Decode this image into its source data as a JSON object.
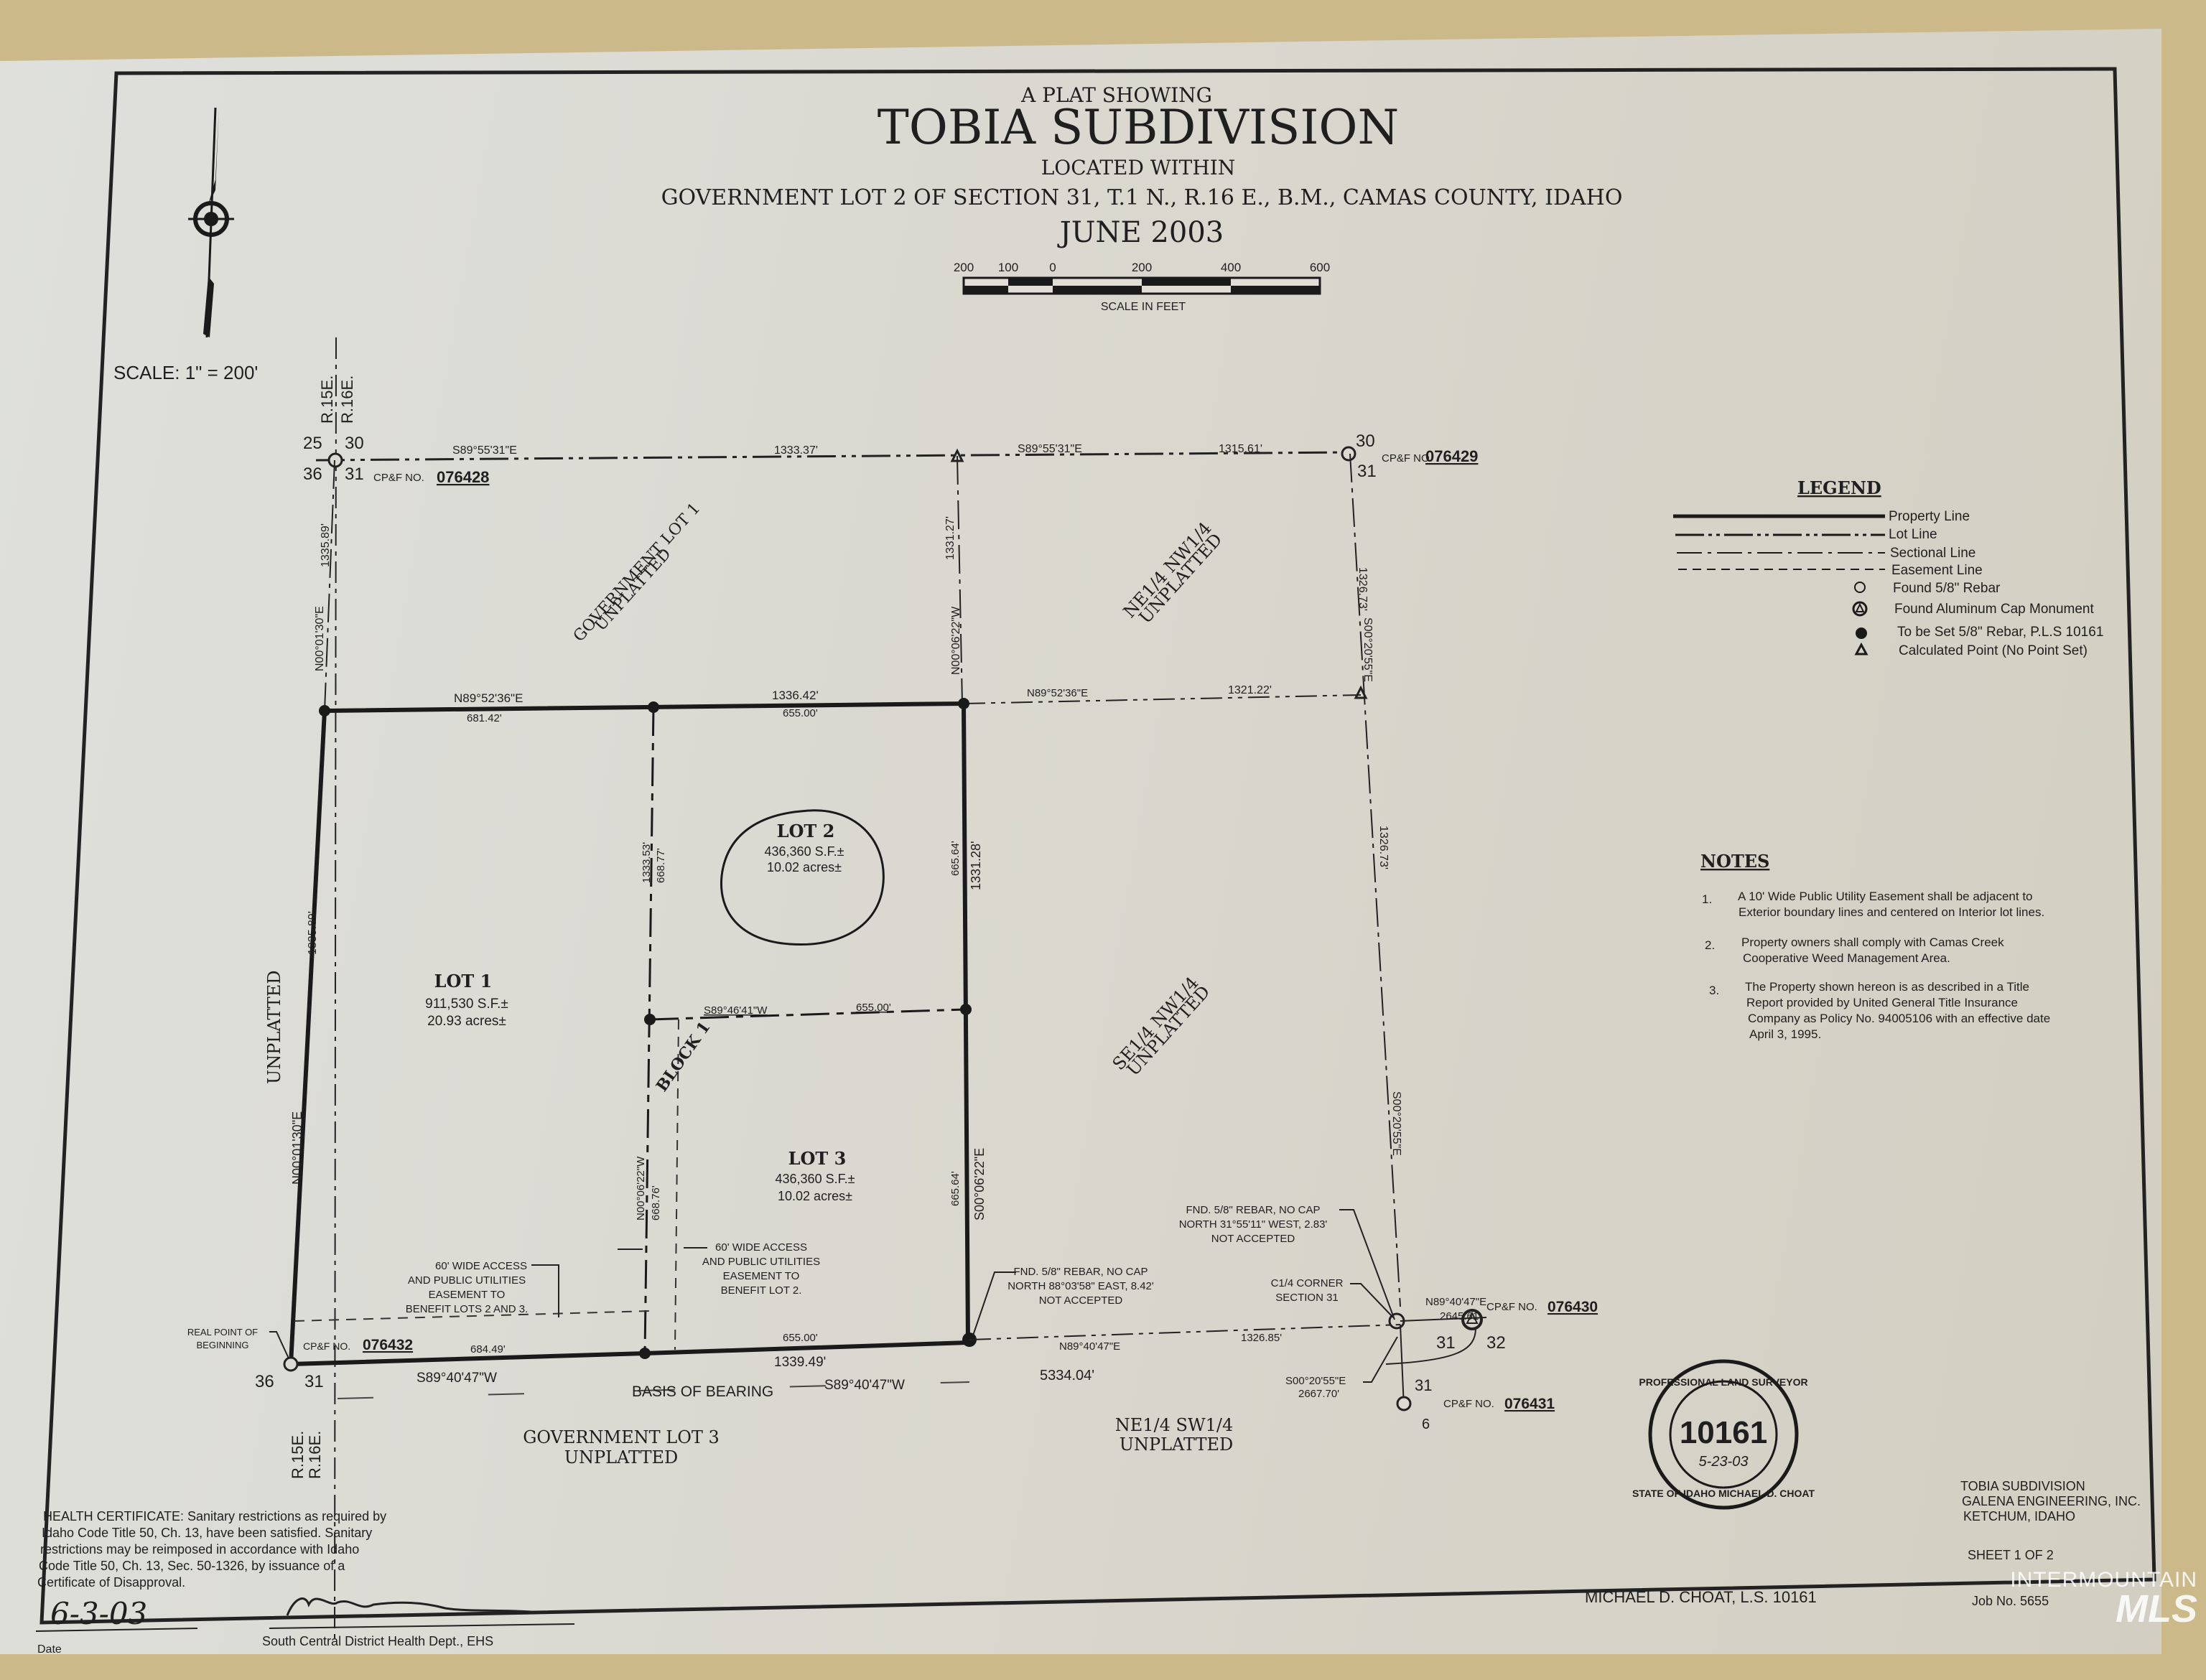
{
  "header": {
    "line1": "A PLAT SHOWING",
    "title": "TOBIA SUBDIVISION",
    "line3": "LOCATED WITHIN",
    "location": "GOVERNMENT LOT 2 OF SECTION 31, T.1 N., R.16 E., B.M., CAMAS COUNTY, IDAHO",
    "date": "JUNE 2003"
  },
  "scale_bar": {
    "ticks": [
      "200",
      "100",
      "0",
      "200",
      "400",
      "600"
    ],
    "caption": "SCALE IN FEET"
  },
  "scale_text": "SCALE: 1\" = 200'",
  "legend": {
    "title": "LEGEND",
    "items": [
      {
        "symbol": "solid-heavy-line",
        "label": "Property Line"
      },
      {
        "symbol": "dash-dot-dot-line",
        "label": "Lot Line"
      },
      {
        "symbol": "dash-dot-line",
        "label": "Sectional Line"
      },
      {
        "symbol": "dashed-line",
        "label": "Easement Line"
      },
      {
        "symbol": "open-circle",
        "label": "Found 5/8\" Rebar"
      },
      {
        "symbol": "circle-triangle",
        "label": "Found Aluminum Cap Monument"
      },
      {
        "symbol": "filled-circle",
        "label": "To be Set 5/8\" Rebar, P.L.S 10161"
      },
      {
        "symbol": "triangle",
        "label": "Calculated Point (No Point Set)"
      }
    ]
  },
  "notes": {
    "title": "NOTES",
    "items": [
      {
        "num": "1.",
        "lines": [
          "A 10' Wide Public Utility Easement shall be adjacent to",
          "Exterior boundary lines and centered on Interior lot lines."
        ]
      },
      {
        "num": "2.",
        "lines": [
          "Property owners shall comply with Camas Creek",
          "Cooperative Weed Management Area."
        ]
      },
      {
        "num": "3.",
        "lines": [
          "The Property shown hereon is as described in a Title",
          "Report provided by United General Title Insurance",
          "Company as Policy No. 94005106 with an effective date",
          "April 3, 1995."
        ]
      }
    ]
  },
  "lots": [
    {
      "name": "LOT 1",
      "sqft": "911,530 S.F.±",
      "acres": "20.93 acres±"
    },
    {
      "name": "LOT 2",
      "sqft": "436,360 S.F.±",
      "acres": "10.02 acres±"
    },
    {
      "name": "LOT 3",
      "sqft": "436,360 S.F.±",
      "acres": "10.02 acres±"
    }
  ],
  "block_label": "BLOCK 1",
  "areas": {
    "gov_lot_1": [
      "GOVERNMENT LOT 1",
      "UNPLATTED"
    ],
    "ne_nw": [
      "NE1/4 NW1/4",
      "UNPLATTED"
    ],
    "se_nw": [
      "SE1/4 NW1/4",
      "UNPLATTED"
    ],
    "gov_lot_3": [
      "GOVERNMENT LOT 3",
      "UNPLATTED"
    ],
    "ne_sw": [
      "NE1/4 SW1/4",
      "UNPLATTED"
    ],
    "west_unplatted": "UNPLATTED"
  },
  "section_numbers": {
    "nw_corner": [
      "25",
      "30",
      "36",
      "31"
    ],
    "ne_corner": [
      "30",
      "31"
    ],
    "sw_corner": [
      "36",
      "31"
    ],
    "se_corner": [
      "31",
      "32",
      "31",
      "6"
    ]
  },
  "ranges": {
    "top": [
      "R.15E.",
      "R.16E."
    ],
    "bottom": [
      "R.15E.",
      "R.16E."
    ]
  },
  "cpf": {
    "nw": {
      "label": "CP&F NO.",
      "value": "076428"
    },
    "ne": {
      "label": "CP&F NO",
      "value": "076429"
    },
    "sw": {
      "label": "CP&F NO.",
      "value": "076432"
    },
    "se1": {
      "label": "CP&F NO.",
      "value": "076430"
    },
    "se2": {
      "label": "CP&F NO.",
      "value": "076431"
    }
  },
  "dimensions": {
    "top_bearing_w": "S89°55'31\"E",
    "top_dist_w": "1333.37'",
    "top_bearing_e": "S89°55'31\"E",
    "top_dist_e": "1315.61'",
    "mid_bearing_w": "N89°52'36\"E",
    "mid_dist_total": "1336.42'",
    "mid_dist_lot1": "681.42'",
    "mid_dist_lot2": "655.00'",
    "mid_bearing_e": "N89°52'36\"E",
    "mid_dist_e": "1321.22'",
    "west_upper_dist": "1335.89'",
    "west_upper_bearing": "N00°01'30\"E",
    "west_lower_dist": "1335.89'",
    "west_lower_bearing": "N00°01'30\"E",
    "center_upper_dist": "1331.27'",
    "center_upper_bearing": "N00°06'22\"W",
    "center_lower_dist1": "665.64'",
    "center_lower_dist2": "1331.28'",
    "center_lower_bearing": "S00°06'22\"E",
    "center_lower_dist3": "665.64'",
    "east_upper_dist": "1326.73'",
    "east_upper_bearing": "S00°20'55\"E",
    "east_lower_dist": "1326.73'",
    "east_lower_bearing": "S00°20'55\"E",
    "inner_dist1": "1333.53'",
    "inner_dist2": "668.77'",
    "inner_lower_bearing": "N00°06'22\"W",
    "inner_lower_dist": "668.76'",
    "lot_split_bearing": "S89°46'41\"W",
    "lot_split_dist": "655.00'",
    "south_bearing_w": "S89°40'47\"W",
    "south_dist_lot1": "684.49'",
    "south_dist_lot3": "655.00'",
    "south_dist_total": "1339.49'",
    "basis_label": "BASIS OF BEARING",
    "basis_bearing": "S89°40'47\"W",
    "basis_dist": "5334.04'",
    "south_e_bearing": "N89°40'47\"E",
    "south_e_dist": "1326.85'",
    "se_bearing": "N89°40'47\"E",
    "se_dist": "2645.61'",
    "s_bearing": "S00°20'55\"E",
    "s_dist": "2667.70'"
  },
  "callouts": {
    "real_pob": [
      "REAL POINT OF",
      "BEGINNING"
    ],
    "easement_lots23": [
      "60' WIDE ACCESS",
      "AND PUBLIC UTILITIES",
      "EASEMENT TO",
      "BENEFIT LOTS 2 AND 3."
    ],
    "easement_lot2": [
      "60' WIDE ACCESS",
      "AND PUBLIC UTILITIES",
      "EASEMENT TO",
      "BENEFIT LOT 2."
    ],
    "rebar1": [
      "FND. 5/8\" REBAR, NO CAP",
      "NORTH 88°03'58\" EAST, 8.42'",
      "NOT ACCEPTED"
    ],
    "rebar2": [
      "FND. 5/8\" REBAR, NO CAP",
      "NORTH 31°55'11\" WEST, 2.83'",
      "NOT ACCEPTED"
    ],
    "c14": [
      "C1/4 CORNER",
      "SECTION 31"
    ]
  },
  "health_certificate": {
    "lines": [
      "HEALTH CERTIFICATE:  Sanitary restrictions as required by",
      "Idaho Code Title 50, Ch. 13, have been satisfied. Sanitary",
      "restrictions may be reimposed in accordance with Idaho",
      "Code Title 50, Ch. 13, Sec. 50-1326, by issuance of a",
      "Certificate of Disapproval."
    ],
    "date_handwritten": "6-3-03",
    "date_label": "Date",
    "signature": "Robert ... ",
    "signer": "South Central District Health Dept., EHS"
  },
  "seal": {
    "number": "10161",
    "date": "5-23-03",
    "ring_top": "PROFESSIONAL LAND SURVEYOR",
    "ring_bottom": "STATE OF IDAHO  MICHAEL D. CHOAT"
  },
  "surveyor": "MICHAEL D. CHOAT, L.S. 10161",
  "title_block": {
    "lines": [
      "TOBIA SUBDIVISION",
      "GALENA ENGINEERING, INC.",
      "KETCHUM, IDAHO"
    ],
    "sheet": "SHEET 1 OF 2",
    "job": "Job No. 5655"
  },
  "watermark": {
    "line1": "INTERMOUNTAIN",
    "line2": "MLS"
  },
  "colors": {
    "ink": "#1f1f1f",
    "paper": "#dcdad2",
    "background": "#cbb98a"
  }
}
